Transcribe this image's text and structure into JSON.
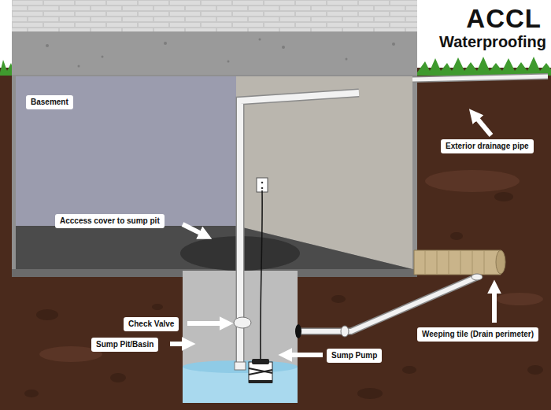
{
  "diagram": {
    "nodes": [
      {
        "text": [
          "Basement"
        ]
      },
      {
        "text": [
          "Exterior drainage pipe"
        ]
      },
      {
        "text": [
          "Acccess cover to sump pit"
        ]
      },
      {
        "text": [
          "Check Valve"
        ]
      },
      {
        "text": [
          "Weeping tile (Drain perimeter)"
        ]
      },
      {
        "text": [
          "Sump Pit/Basin"
        ]
      },
      {
        "text": [
          "Sump Pump"
        ]
      }
    ],
    "labels": [
      "ACCL",
      "Waterproofing"
    ]
  }
}
